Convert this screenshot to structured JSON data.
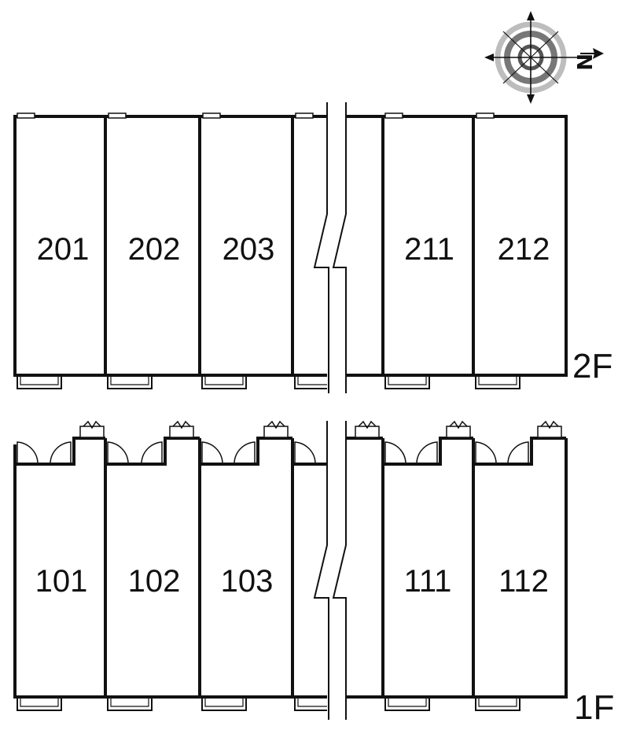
{
  "compass": {
    "north_label": "N",
    "icon": "compass-rose-icon"
  },
  "floors": [
    {
      "label": "2F",
      "units": [
        "201",
        "202",
        "203",
        "211",
        "212"
      ]
    },
    {
      "label": "1F",
      "units": [
        "101",
        "102",
        "103",
        "111",
        "112"
      ]
    }
  ],
  "icons": {
    "break_line": "break-line-icon",
    "door_swing": "door-swing-icon",
    "meter_box": "meter-box-icon",
    "balcony": "balcony-icon"
  },
  "colors": {
    "line": "#111111",
    "background": "#ffffff",
    "compass_ring": "#9a9a9a"
  }
}
